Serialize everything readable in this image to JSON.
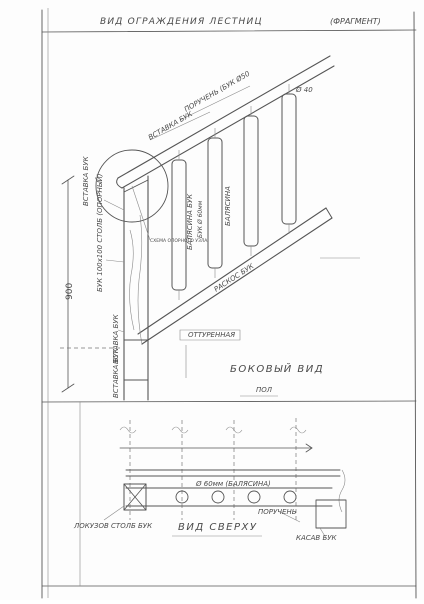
{
  "sheet": {
    "title": "ВИД ОГРАЖДЕНИЯ ЛЕСТНИЦ",
    "title_note": "(ФРАГМЕНТ)"
  },
  "side_view": {
    "caption": "БОКОВЫЙ ВИД",
    "labels": {
      "handrail_top": "ПОРУЧЕНЬ (БУК Ø50",
      "attachment_top": "ВСТАВКА БУК",
      "insert_post": "ВСТАВКА БУК",
      "post": "БУК 100х100 СТОЛБ (ОПОРНЫЙ)",
      "node_detail": "СХЕМА ОПОРНОГО УЗЛА",
      "baluster": "БАЛЯСИНА БУК",
      "baluster_size": "БУК Ø 60мм",
      "baluster_right": "БАЛЯСИНА",
      "stringer": "РАСКОС БУК",
      "step_note": "ОТТУРЕННАЯ",
      "bottom_insert": "ВСТАВКА БУК",
      "post_bottom": "ВСТАВКА БУК",
      "height_dim": "900",
      "small_mark": "Ø 40",
      "floor_mark": "ПОЛ"
    }
  },
  "top_view": {
    "caption": "ВИД СВЕРХУ",
    "labels": {
      "balusters": "Ø 60мм (БАЛЯСИНА)",
      "handrail": "ПОРУЧЕНЬ",
      "post_left": "ЛОКУЗОВ СТОЛБ БУК",
      "post_right": "КАСАВ БУК"
    }
  },
  "colors": {
    "ink": "#555555",
    "paper": "#fdfdfd"
  }
}
